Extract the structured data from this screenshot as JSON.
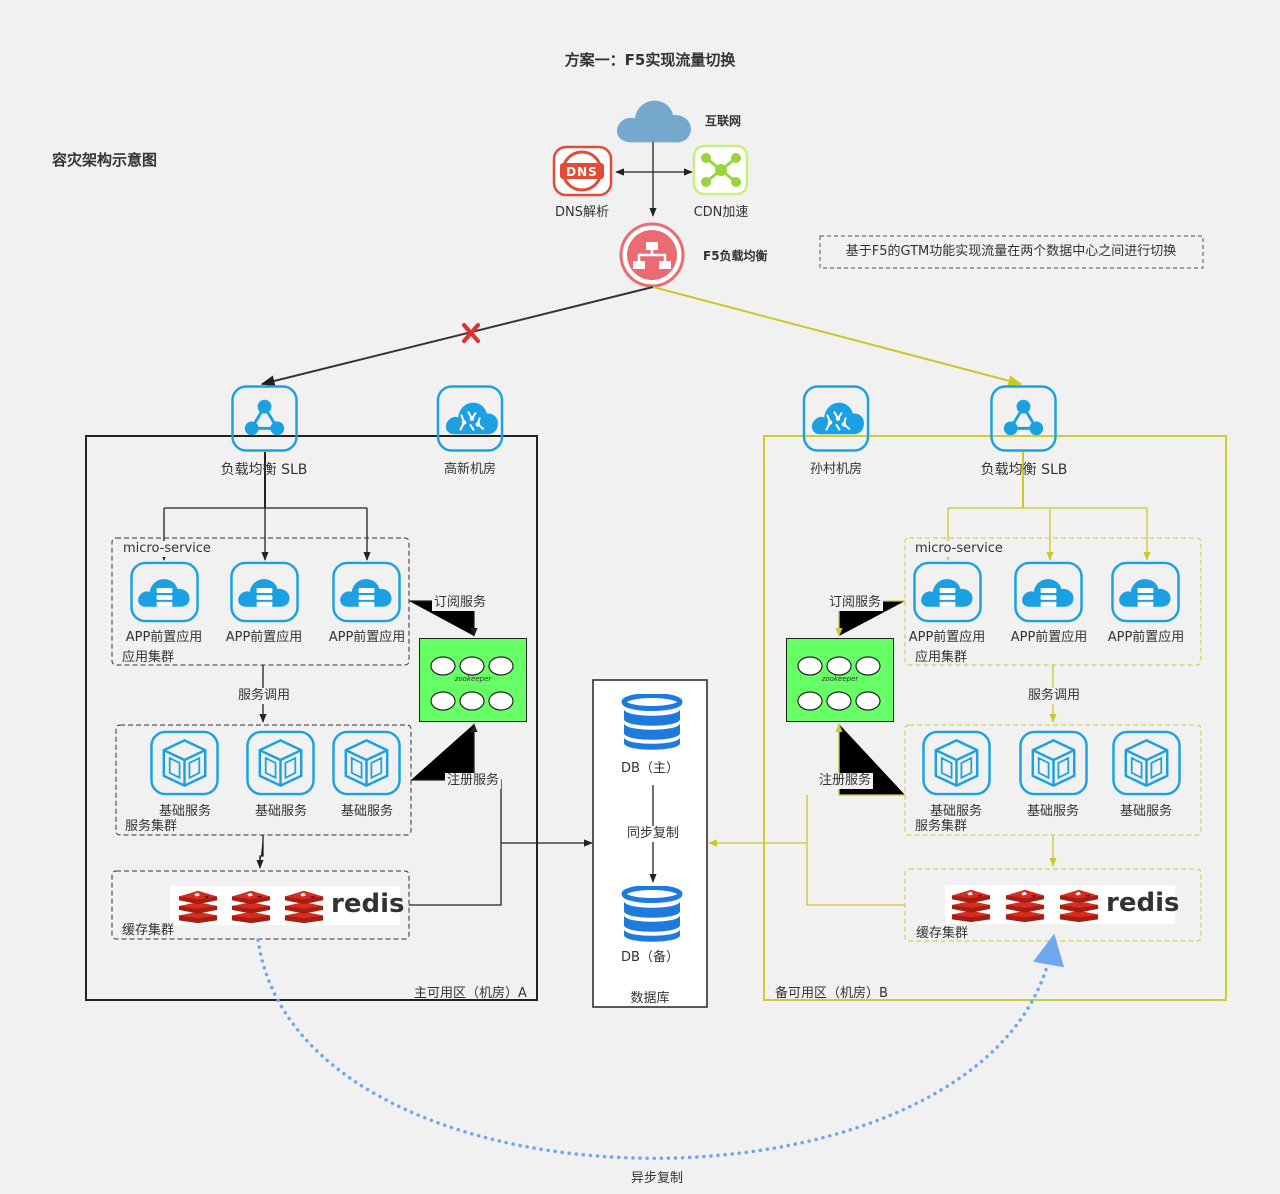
{
  "title": "方案一：F5实现流量切换",
  "subtitle": "容灾架构示意图",
  "note": "基于F5的GTM功能实现流量在两个数据中心之间进行切换",
  "top": {
    "internet": "互联网",
    "dns": "DNS解析",
    "dns_badge": "DNS",
    "cdn": "CDN加速",
    "f5": "F5负载均衡"
  },
  "zone_a": {
    "label": "主可用区（机房）A",
    "slb": "负载均衡 SLB",
    "idc": "高新机房",
    "micro_service": "micro-service",
    "apps": [
      "APP前置应用",
      "APP前置应用",
      "APP前置应用"
    ],
    "app_cluster": "应用集群",
    "service_call": "服务调用",
    "subscribe": "订阅服务",
    "register": "注册服务",
    "zookeeper": "zookeeper",
    "bases": [
      "基础服务",
      "基础服务",
      "基础服务"
    ],
    "base_cluster": "服务集群",
    "cache_cluster": "缓存集群",
    "redis": "redis"
  },
  "zone_b": {
    "label": "备可用区（机房）B",
    "slb": "负载均衡 SLB",
    "idc": "孙村机房",
    "micro_service": "micro-service",
    "apps": [
      "APP前置应用",
      "APP前置应用",
      "APP前置应用"
    ],
    "app_cluster": "应用集群",
    "service_call": "服务调用",
    "subscribe": "订阅服务",
    "register": "注册服务",
    "zookeeper": "zookeeper",
    "bases": [
      "基础服务",
      "基础服务",
      "基础服务"
    ],
    "base_cluster": "服务集群",
    "cache_cluster": "缓存集群",
    "redis": "redis"
  },
  "database": {
    "label": "数据库",
    "master": "DB（主）",
    "slave": "DB（备）",
    "sync": "同步复制"
  },
  "async_copy": "异步复制",
  "colors": {
    "background": "#f1f1f1",
    "zone_a_border": "#222222",
    "zone_b_border": "#cccc33",
    "cyan": "#1ba1e2",
    "cloud": "#74a9cd",
    "zookeeper": "#66ff66",
    "db_blue": "#1f7ae0",
    "redis_red": "#c3241b",
    "f5_red": "#ea6b72",
    "async_blue": "#6fa7ee"
  }
}
